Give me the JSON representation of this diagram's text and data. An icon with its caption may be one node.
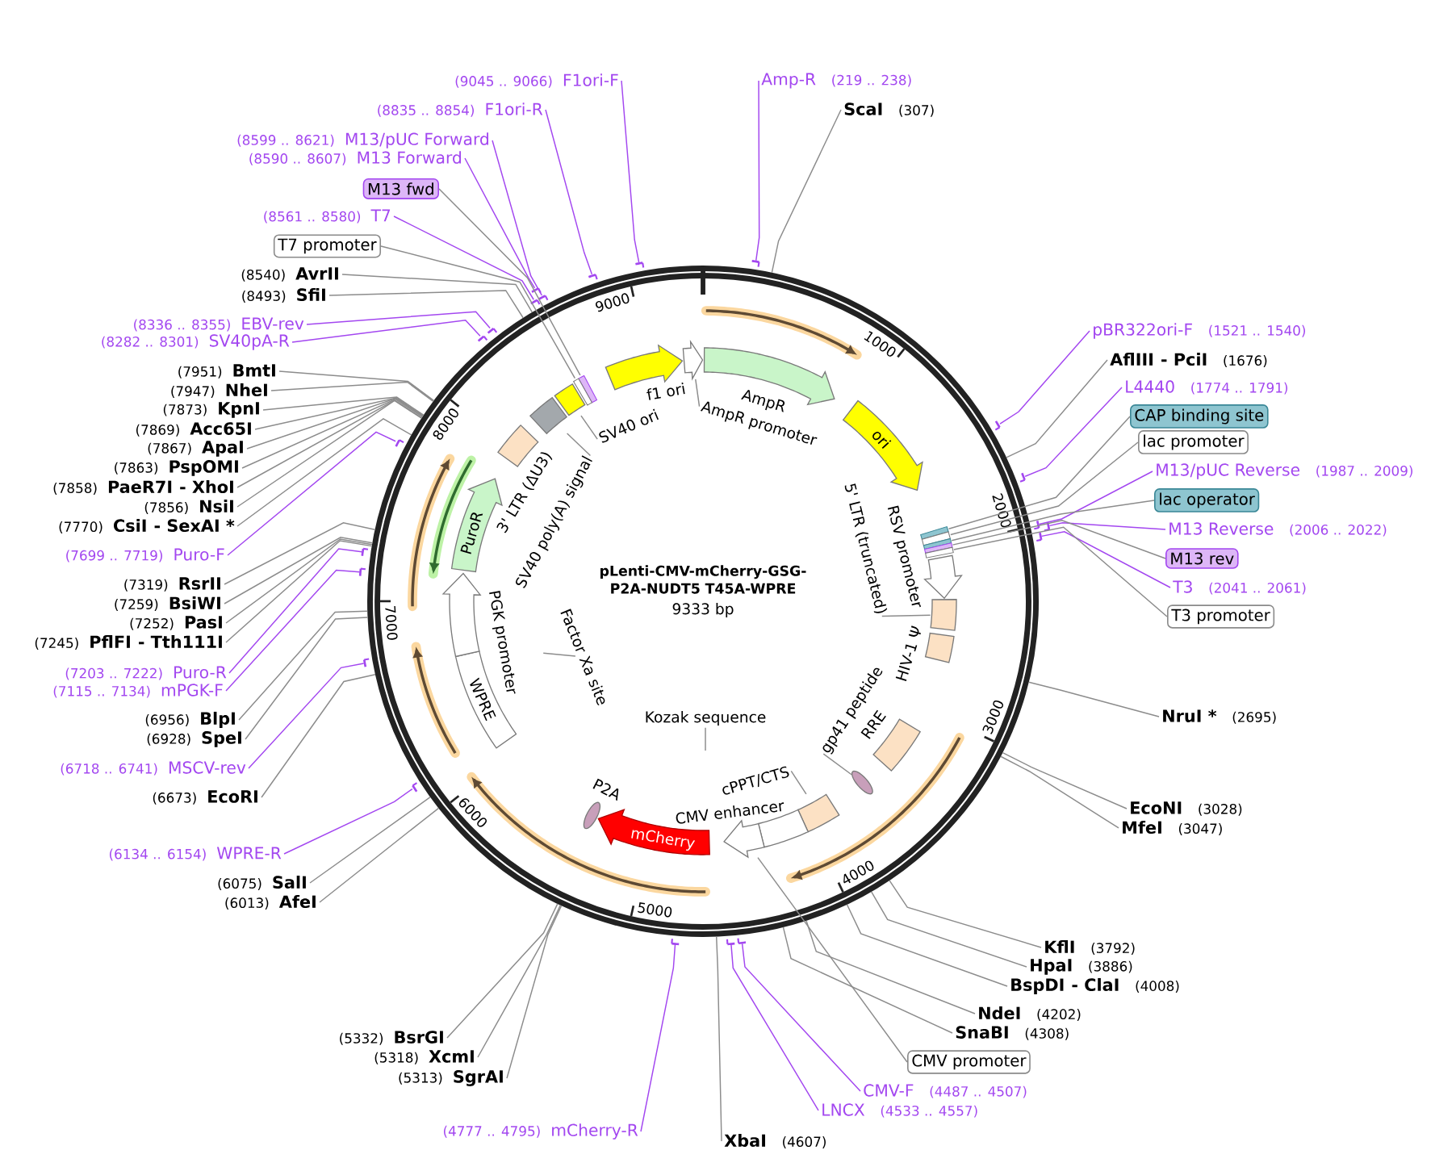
{
  "diagram": {
    "title": "pLenti-CMV-mCherry-GSG-P2A-NUDT5 T45A-WPRE",
    "nodes": [
      {
        "text": [],
        "shape": "circle"
      },
      {
        "text": [
          "(9045 .. 9066)",
          "F1ori-F"
        ]
      },
      {
        "text": [
          "(8835 .. 8854)",
          "F1ori-R"
        ]
      },
      {
        "text": [
          "(8599 .. 8621)",
          "M13/pUC Forward"
        ]
      },
      {
        "text": [
          "(8590 .. 8607)",
          "M13 Forward"
        ]
      },
      {
        "text": [
          "M13 fwd"
        ]
      },
      {
        "text": [
          "(8561 .. 8580)",
          "T7"
        ]
      },
      {
        "text": [
          "T7 promoter"
        ]
      },
      {
        "text": [
          "(8540)",
          "AvrII"
        ]
      },
      {
        "text": [
          "(8493)",
          "SfiI"
        ]
      },
      {
        "text": [
          "(8336 .. 8355)",
          "EBV-rev"
        ]
      },
      {
        "text": [
          "(8282 .. 8301)",
          "SV40pA-R"
        ]
      },
      {
        "text": [
          "(7951)",
          "BmtI"
        ]
      },
      {
        "text": [
          "(7947)",
          "NheI"
        ]
      },
      {
        "text": [
          "(7873)",
          "KpnI"
        ]
      },
      {
        "text": [
          "(7869)",
          "Acc65I"
        ]
      },
      {
        "text": [
          "(7867)",
          "ApaI"
        ]
      },
      {
        "text": [
          "(7863)",
          "PspOMI"
        ]
      },
      {
        "text": [
          "(7858)",
          "PaeR7I",
          "- XhoI"
        ]
      },
      {
        "text": [
          "(7856)",
          "NsiI"
        ]
      },
      {
        "text": [
          "(7770)",
          "CsiI",
          "- SexAI *"
        ]
      },
      {
        "text": [
          "(7699 .. 7719)",
          "Puro-F"
        ]
      },
      {
        "text": [
          "(7319)",
          "RsrII"
        ]
      },
      {
        "text": [
          "(7259)",
          "BsiWI"
        ]
      },
      {
        "text": [
          "(7252)",
          "PasI"
        ]
      },
      {
        "text": [
          "(7245)",
          "PflFI",
          "- Tth111I"
        ]
      },
      {
        "text": [
          "(7203 .. 7222)",
          "Puro-R"
        ]
      },
      {
        "text": [
          "(7115 .. 7134)",
          "mPGK-F"
        ]
      },
      {
        "text": [
          "(6956)",
          "BlpI"
        ]
      },
      {
        "text": [
          "(6928)",
          "SpeI"
        ]
      },
      {
        "text": [
          "(6718 .. 6741)",
          "MSCV-rev"
        ]
      },
      {
        "text": [
          "(6673)",
          "EcoRI"
        ]
      },
      {
        "text": [
          "(6134 .. 6154)",
          "WPRE-R"
        ]
      },
      {
        "text": [
          "(6075)",
          "SalI"
        ]
      },
      {
        "text": [
          "(6013)",
          "AfeI"
        ]
      },
      {
        "text": [
          "(5332)",
          "BsrGI"
        ]
      },
      {
        "text": [
          "(5318)",
          "XcmI"
        ]
      },
      {
        "text": [
          "(5313)",
          "SgrAI"
        ]
      },
      {
        "text": [
          "(4777 .. 4795)",
          "mCherry-R"
        ]
      },
      {
        "text": [
          "Amp-R",
          "(219 .. 238)"
        ]
      },
      {
        "text": [
          "ScaI",
          "(307)"
        ]
      },
      {
        "text": [
          "pBR322ori-F",
          "(1521 .. 1540)"
        ]
      },
      {
        "text": [
          "AflIII",
          "- PciI",
          "(1676)"
        ]
      },
      {
        "text": [
          "L4440",
          "(1774 .. 1791)"
        ]
      },
      {
        "text": [
          "CAP binding site"
        ]
      },
      {
        "text": [
          "lac promoter"
        ]
      },
      {
        "text": [
          "M13/pUC Reverse",
          "(1987 .. 2009)"
        ]
      },
      {
        "text": [
          "lac operator"
        ]
      },
      {
        "text": [
          "M13 Reverse",
          "(2006 .. 2022)"
        ]
      },
      {
        "text": [
          "M13 rev"
        ]
      },
      {
        "text": [
          "T3",
          "(2041 .. 2061)"
        ]
      },
      {
        "text": [
          "T3 promoter"
        ]
      },
      {
        "text": [
          "NruI *",
          "(2695)"
        ]
      },
      {
        "text": [
          "EcoNI",
          "(3028)"
        ]
      },
      {
        "text": [
          "MfeI",
          "(3047)"
        ]
      },
      {
        "text": [
          "KflI",
          "(3792)"
        ]
      },
      {
        "text": [
          "HpaI",
          "(3886)"
        ]
      },
      {
        "text": [
          "BspDI",
          "- ClaI",
          "(4008)"
        ]
      },
      {
        "text": [
          "NdeI",
          "(4202)"
        ]
      },
      {
        "text": [
          "SnaBI",
          "(4308)"
        ]
      },
      {
        "text": [
          "CMV promoter"
        ]
      },
      {
        "text": [
          "CMV-F",
          "(4487 .. 4507)"
        ]
      },
      {
        "text": [
          "LNCX",
          "(4533 .. 4557)"
        ]
      },
      {
        "text": [
          "XbaI",
          "(4607)"
        ]
      },
      {
        "text": [],
        "beside": [
          "f1 ori"
        ],
        "shape": "arrow",
        "in": 0
      },
      {
        "text": [],
        "shape": "arrow",
        "in": 0
      },
      {
        "text": [],
        "beside": [
          "AmpR"
        ],
        "shape": "arrow",
        "in": 0
      },
      {
        "text": [
          "ori"
        ],
        "in": 0
      },
      {
        "text": [],
        "beside": [
          "RSV promoter"
        ],
        "shape": "arrow",
        "in": 0
      },
      {
        "text": [],
        "shape": "box",
        "in": 0
      },
      {
        "text": [],
        "beside": [
          "HIV-1 Ψ"
        ],
        "shape": "box",
        "in": 0
      },
      {
        "text": [],
        "beside": [
          "RRE"
        ],
        "shape": "box",
        "in": 0
      },
      {
        "text": [],
        "shape": "ellipse",
        "in": 0
      },
      {
        "text": [],
        "shape": "box",
        "in": 0
      },
      {
        "text": [],
        "beside": [
          "CMV enhancer"
        ],
        "shape": "box",
        "in": 0
      },
      {
        "text": [],
        "shape": "arrow",
        "in": 0
      },
      {
        "text": [
          "mCherry"
        ],
        "in": 0
      },
      {
        "text": [],
        "beside": [
          "P2A"
        ],
        "shape": "ellipse",
        "in": 0
      },
      {
        "text": [
          "WPRE"
        ],
        "in": 0
      },
      {
        "text": [],
        "beside": [
          "PGK promoter"
        ],
        "shape": "arrow",
        "in": 0
      },
      {
        "text": [
          "PuroR"
        ],
        "in": 0
      },
      {
        "text": [],
        "beside": [
          "3' LTR (ΔU3)"
        ],
        "shape": "box",
        "in": 0
      },
      {
        "text": [],
        "shape": "box",
        "in": 0
      },
      {
        "text": [],
        "shape": "box",
        "in": 0
      },
      {
        "text": [
          "AmpR promoter"
        ],
        "in": 0
      },
      {
        "text": [
          "5' LTR (truncated)"
        ],
        "in": 0
      },
      {
        "text": [
          "gp41 peptide"
        ],
        "in": 0
      },
      {
        "text": [
          "cPPT/CTS"
        ],
        "in": 0
      },
      {
        "text": [
          "Kozak sequence"
        ],
        "in": 0
      },
      {
        "text": [
          "Factor Xa site"
        ],
        "in": 0
      },
      {
        "text": [
          "SV40 poly(A) signal"
        ],
        "in": 0
      },
      {
        "text": [
          "SV40 ori"
        ],
        "in": 0
      },
      {
        "text": [],
        "shape": "bar"
      },
      {
        "text": [],
        "shape": "bar"
      },
      {
        "text": [],
        "shape": "bar"
      },
      {
        "text": [],
        "shape": "bar"
      },
      {
        "text": [],
        "shape": "bar"
      },
      {
        "text": [],
        "shape": "bar"
      },
      {
        "text": [],
        "shape": "bar"
      },
      {
        "text": [],
        "shape": "bar"
      },
      {
        "text": [],
        "shape": "bar"
      },
      {
        "text": [],
        "shape": "bar"
      },
      {
        "text": [],
        "shape": "bar"
      },
      {
        "text": [],
        "shape": "bar"
      },
      {
        "text": [],
        "shape": "bar"
      },
      {
        "text": [],
        "shape": "bar"
      },
      {
        "text": [],
        "shape": "bar"
      },
      {
        "text": [],
        "shape": "bar"
      },
      {
        "text": [],
        "shape": "bar"
      },
      {
        "text": [],
        "shape": "bar"
      },
      {
        "text": [],
        "shape": "bar"
      },
      {
        "text": [],
        "shape": "bar"
      },
      {
        "text": [],
        "shape": "bar"
      },
      {
        "text": [],
        "shape": "bar",
        "in": 0
      },
      {
        "text": [],
        "shape": "bar",
        "in": 0
      },
      {
        "text": [],
        "shape": "bar",
        "in": 0
      },
      {
        "text": [],
        "shape": "bar",
        "in": 0
      },
      {
        "text": [],
        "shape": "bar",
        "in": 0
      },
      {
        "text": [],
        "shape": "bar",
        "in": 0
      },
      {
        "text": [],
        "shape": "bar",
        "in": 0
      }
    ],
    "edges": [
      {
        "from": 1,
        "to": 92,
        "arrow": "none",
        "color": "#a347f0"
      },
      {
        "from": 2,
        "to": 93,
        "arrow": "none",
        "color": "#a347f0"
      },
      {
        "from": 3,
        "to": 94,
        "arrow": "none",
        "color": "#a347f0"
      },
      {
        "from": 4,
        "to": 95,
        "arrow": "none",
        "color": "#a347f0"
      },
      {
        "from": 5,
        "to": 113,
        "arrow": "none"
      },
      {
        "from": 6,
        "to": 96,
        "arrow": "none",
        "color": "#a347f0"
      },
      {
        "from": 7,
        "to": 114,
        "arrow": "none"
      },
      {
        "from": 8,
        "to": 0,
        "arrow": "none"
      },
      {
        "from": 9,
        "to": 0,
        "arrow": "none"
      },
      {
        "from": 10,
        "to": 97,
        "arrow": "none",
        "color": "#a347f0"
      },
      {
        "from": 11,
        "to": 98,
        "arrow": "none",
        "color": "#a347f0"
      },
      {
        "from": 12,
        "to": 0,
        "arrow": "none"
      },
      {
        "from": 13,
        "to": 0,
        "arrow": "none"
      },
      {
        "from": 14,
        "to": 0,
        "arrow": "none"
      },
      {
        "from": 15,
        "to": 0,
        "arrow": "none"
      },
      {
        "from": 16,
        "to": 0,
        "arrow": "none"
      },
      {
        "from": 17,
        "to": 0,
        "arrow": "none"
      },
      {
        "from": 18,
        "to": 0,
        "arrow": "none"
      },
      {
        "from": 19,
        "to": 0,
        "arrow": "none"
      },
      {
        "from": 20,
        "to": 0,
        "arrow": "none"
      },
      {
        "from": 21,
        "to": 99,
        "arrow": "none",
        "color": "#a347f0"
      },
      {
        "from": 22,
        "to": 0,
        "arrow": "none"
      },
      {
        "from": 23,
        "to": 0,
        "arrow": "none"
      },
      {
        "from": 24,
        "to": 0,
        "arrow": "none"
      },
      {
        "from": 25,
        "to": 0,
        "arrow": "none"
      },
      {
        "from": 26,
        "to": 100,
        "arrow": "none",
        "color": "#a347f0"
      },
      {
        "from": 27,
        "to": 101,
        "arrow": "none",
        "color": "#a347f0"
      },
      {
        "from": 28,
        "to": 0,
        "arrow": "none"
      },
      {
        "from": 29,
        "to": 0,
        "arrow": "none"
      },
      {
        "from": 30,
        "to": 102,
        "arrow": "none",
        "color": "#a347f0"
      },
      {
        "from": 31,
        "to": 0,
        "arrow": "none"
      },
      {
        "from": 32,
        "to": 103,
        "arrow": "none",
        "color": "#a347f0"
      },
      {
        "from": 33,
        "to": 0,
        "arrow": "none"
      },
      {
        "from": 34,
        "to": 0,
        "arrow": "none"
      },
      {
        "from": 35,
        "to": 0,
        "arrow": "none"
      },
      {
        "from": 36,
        "to": 0,
        "arrow": "none"
      },
      {
        "from": 37,
        "to": 0,
        "arrow": "none"
      },
      {
        "from": 38,
        "to": 104,
        "arrow": "none",
        "color": "#a347f0"
      },
      {
        "from": 39,
        "to": 105,
        "arrow": "none",
        "color": "#a347f0"
      },
      {
        "from": 40,
        "to": 0,
        "arrow": "none"
      },
      {
        "from": 41,
        "to": 106,
        "arrow": "none",
        "color": "#a347f0"
      },
      {
        "from": 42,
        "to": 0,
        "arrow": "none"
      },
      {
        "from": 43,
        "to": 107,
        "arrow": "none",
        "color": "#a347f0"
      },
      {
        "from": 44,
        "to": 115,
        "arrow": "none"
      },
      {
        "from": 45,
        "to": 116,
        "arrow": "none"
      },
      {
        "from": 46,
        "to": 108,
        "arrow": "none",
        "color": "#a347f0"
      },
      {
        "from": 47,
        "to": 117,
        "arrow": "none"
      },
      {
        "from": 48,
        "to": 109,
        "arrow": "none",
        "color": "#a347f0"
      },
      {
        "from": 49,
        "to": 118,
        "arrow": "none"
      },
      {
        "from": 50,
        "to": 110,
        "arrow": "none",
        "color": "#a347f0"
      },
      {
        "from": 51,
        "to": 119,
        "arrow": "none"
      },
      {
        "from": 52,
        "to": 0,
        "arrow": "none"
      },
      {
        "from": 53,
        "to": 0,
        "arrow": "none"
      },
      {
        "from": 54,
        "to": 0,
        "arrow": "none"
      },
      {
        "from": 55,
        "to": 0,
        "arrow": "none"
      },
      {
        "from": 56,
        "to": 0,
        "arrow": "none"
      },
      {
        "from": 57,
        "to": 0,
        "arrow": "none"
      },
      {
        "from": 58,
        "to": 0,
        "arrow": "none"
      },
      {
        "from": 59,
        "to": 0,
        "arrow": "none"
      },
      {
        "from": 60,
        "to": 75,
        "arrow": "none"
      },
      {
        "from": 61,
        "to": 111,
        "arrow": "none",
        "color": "#a347f0"
      },
      {
        "from": 62,
        "to": 112,
        "arrow": "none",
        "color": "#a347f0"
      },
      {
        "from": 63,
        "to": 0,
        "arrow": "none"
      },
      {
        "from": 84,
        "to": 65,
        "arrow": "none"
      },
      {
        "from": 85,
        "to": 69,
        "arrow": "none"
      },
      {
        "from": 86,
        "to": 72,
        "arrow": "none"
      },
      {
        "from": 87,
        "to": 73,
        "arrow": "none"
      },
      {
        "from": 88,
        "to": null,
        "arrow": "none"
      },
      {
        "from": 89,
        "to": null,
        "arrow": "none"
      },
      {
        "from": 90,
        "to": 82,
        "arrow": "none"
      },
      {
        "from": 91,
        "to": 83,
        "arrow": "none"
      }
    ],
    "labels": [
      "1000",
      "2000",
      "3000",
      "4000",
      "5000",
      "6000",
      "7000",
      "8000",
      "9000",
      "9333 bp"
    ]
  }
}
